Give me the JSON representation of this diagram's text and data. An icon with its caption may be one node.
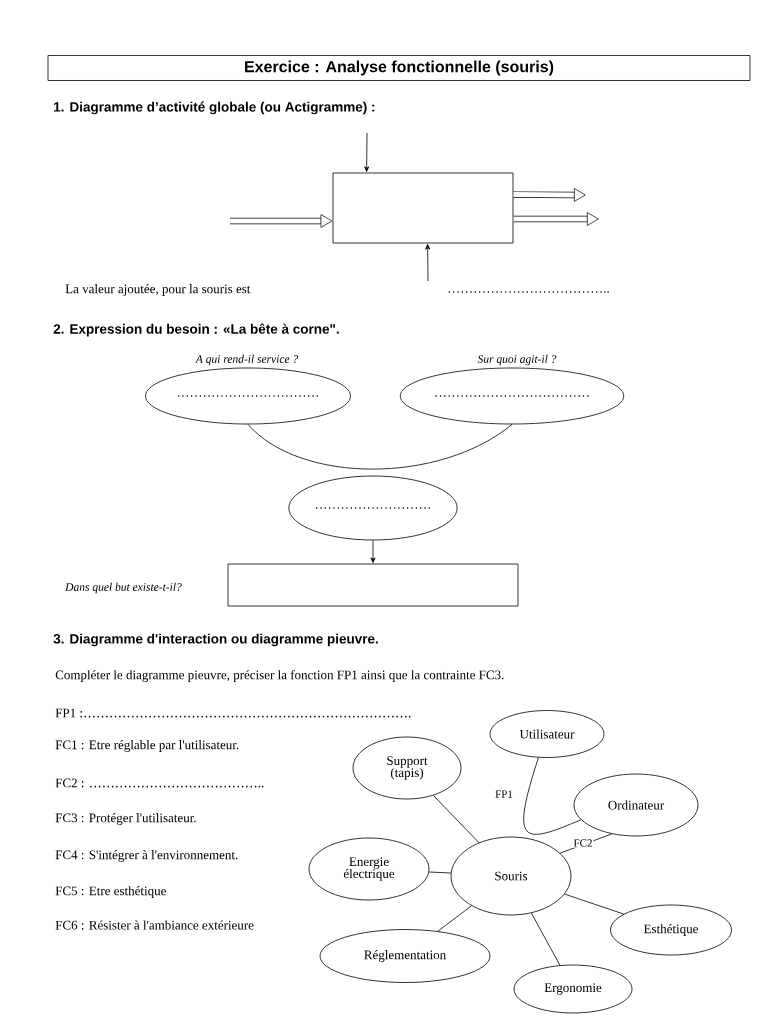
{
  "diagram": {
    "title": "Exercice : Analyse fonctionnelle (souris)",
    "nodes": [
      {
        "text": [],
        "shape": "box"
      },
      {
        "text": [
          "……………………………"
        ],
        "beside": [
          "A qui rend-il service ?"
        ]
      },
      {
        "text": [
          "………………………………"
        ],
        "beside": [
          "Sur quoi agit-il ?"
        ]
      },
      {
        "text": [
          "………………………"
        ]
      },
      {
        "text": [],
        "shape": "box",
        "beside": [
          "Dans quel but existe-t-il?"
        ]
      },
      {
        "text": [
          "Utilisateur"
        ]
      },
      {
        "text": [
          "Support (tapis)"
        ]
      },
      {
        "text": [
          "Ordinateur"
        ]
      },
      {
        "text": [
          "Energie électrique"
        ]
      },
      {
        "text": [
          "Souris"
        ]
      },
      {
        "text": [
          "Esthétique"
        ]
      },
      {
        "text": [
          "Réglementation"
        ]
      },
      {
        "text": [
          "Ergonomie"
        ]
      }
    ],
    "edges": [
      {
        "from": null,
        "to": 0,
        "arrow": "to"
      },
      {
        "from": null,
        "to": 0,
        "arrow": "to"
      },
      {
        "from": null,
        "to": 0,
        "arrow": "to",
        "style": "thick"
      },
      {
        "from": 0,
        "to": null,
        "arrow": "to",
        "style": "thick"
      },
      {
        "from": 0,
        "to": null,
        "arrow": "to",
        "style": "thick"
      },
      {
        "from": 1,
        "to": 2,
        "arrow": "none"
      },
      {
        "from": 3,
        "to": 4,
        "arrow": "to"
      },
      {
        "from": 5,
        "to": 7,
        "arrow": "none",
        "label": "FP1"
      },
      {
        "from": 7,
        "to": 9,
        "arrow": "none",
        "label": "FC2"
      },
      {
        "from": 6,
        "to": 9,
        "arrow": "none"
      },
      {
        "from": 8,
        "to": 9,
        "arrow": "none"
      },
      {
        "from": 11,
        "to": 9,
        "arrow": "none"
      },
      {
        "from": 12,
        "to": 9,
        "arrow": "none"
      },
      {
        "from": 10,
        "to": 9,
        "arrow": "none"
      }
    ],
    "labels": [
      "1. Diagramme d’activité globale  (ou Actigramme) :",
      "La valeur ajoutée, pour la souris est",
      "………………………………..",
      "2. Expression du besoin : «La bête à corne\".",
      "3. Diagramme d'interaction ou diagramme pieuvre.",
      "Compléter le diagramme pieuvre, préciser la fonction FP1 ainsi que la contrainte FC3.",
      "FP1 :………………………………………………………………….",
      "FC1 : Etre réglable par l'utilisateur.",
      "FC2 : …………………………………..",
      "FC3 : Protéger l'utilisateur.",
      "FC4 : S'intégrer à l'environnement.",
      "FC5 : Etre esthétique",
      "FC6 : Résister à l'ambiance extérieure"
    ]
  }
}
